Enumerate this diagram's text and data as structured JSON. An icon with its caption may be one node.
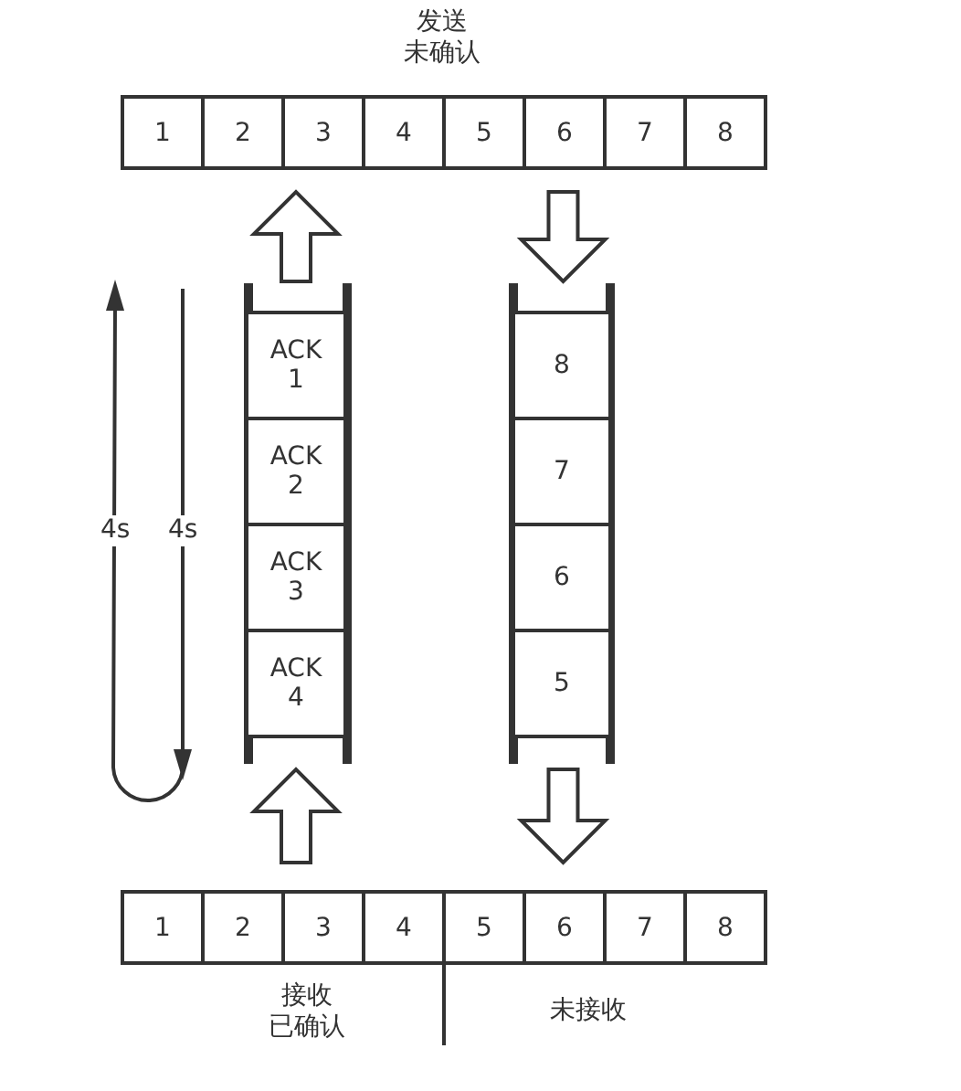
{
  "diagram": {
    "nodes": [
      {
        "text": [
          "1"
        ]
      },
      {
        "text": [
          "2"
        ]
      },
      {
        "text": [
          "3"
        ]
      },
      {
        "text": [
          "4"
        ]
      },
      {
        "text": [
          "5"
        ]
      },
      {
        "text": [
          "6"
        ]
      },
      {
        "text": [
          "7"
        ]
      },
      {
        "text": [
          "8"
        ]
      },
      {
        "text": [
          "ACK 1"
        ]
      },
      {
        "text": [
          "ACK 2"
        ]
      },
      {
        "text": [
          "ACK 3"
        ]
      },
      {
        "text": [
          "ACK 4"
        ]
      },
      {
        "text": [
          "8"
        ]
      },
      {
        "text": [
          "7"
        ]
      },
      {
        "text": [
          "6"
        ]
      },
      {
        "text": [
          "5"
        ]
      },
      {
        "text": [
          "1"
        ]
      },
      {
        "text": [
          "2"
        ]
      },
      {
        "text": [
          "3"
        ]
      },
      {
        "text": [
          "4"
        ]
      },
      {
        "text": [
          "5"
        ]
      },
      {
        "text": [
          "6"
        ]
      },
      {
        "text": [
          "7"
        ]
      },
      {
        "text": [
          "8"
        ]
      }
    ],
    "edges": [
      {
        "from": 8,
        "to": 2,
        "arrow": "to"
      },
      {
        "from": 5,
        "to": 12,
        "arrow": "to"
      },
      {
        "from": 18,
        "to": 11,
        "arrow": "to"
      },
      {
        "from": 15,
        "to": 21,
        "arrow": "to"
      }
    ],
    "labels": [
      "发送",
      "未确认",
      "4s",
      "4s",
      "接收",
      "已确认",
      "未接收"
    ]
  }
}
